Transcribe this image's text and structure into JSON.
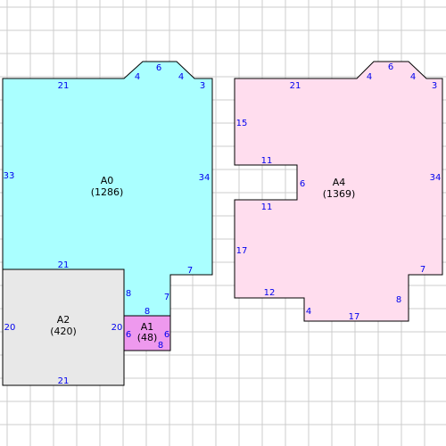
{
  "colors": {
    "background": "#ffffff",
    "grid_line": "#cccccc",
    "outline": "#000000",
    "dimension_text": "#0000ee",
    "label_text": "#000000"
  },
  "rooms": [
    {
      "id": "A0",
      "name": "A0",
      "area": "(1286)",
      "fill": "#aaffff"
    },
    {
      "id": "A1",
      "name": "A1",
      "area": "(48)",
      "fill": "#ee99ee"
    },
    {
      "id": "A2",
      "name": "A2",
      "area": "(420)",
      "fill": "#e8e8e8"
    },
    {
      "id": "A4",
      "name": "A4",
      "area": "(1369)",
      "fill": "#ffddee"
    }
  ],
  "dimensions": {
    "a0": [
      "21",
      "4",
      "6",
      "4",
      "3",
      "33",
      "34",
      "7",
      "7",
      "8",
      "8"
    ],
    "a1": [
      "6",
      "6",
      "8"
    ],
    "a2": [
      "21",
      "20",
      "20",
      "21"
    ],
    "a4": [
      "21",
      "4",
      "6",
      "4",
      "3",
      "15",
      "11",
      "6",
      "11",
      "34",
      "17",
      "7",
      "12",
      "8",
      "4",
      "17"
    ]
  }
}
